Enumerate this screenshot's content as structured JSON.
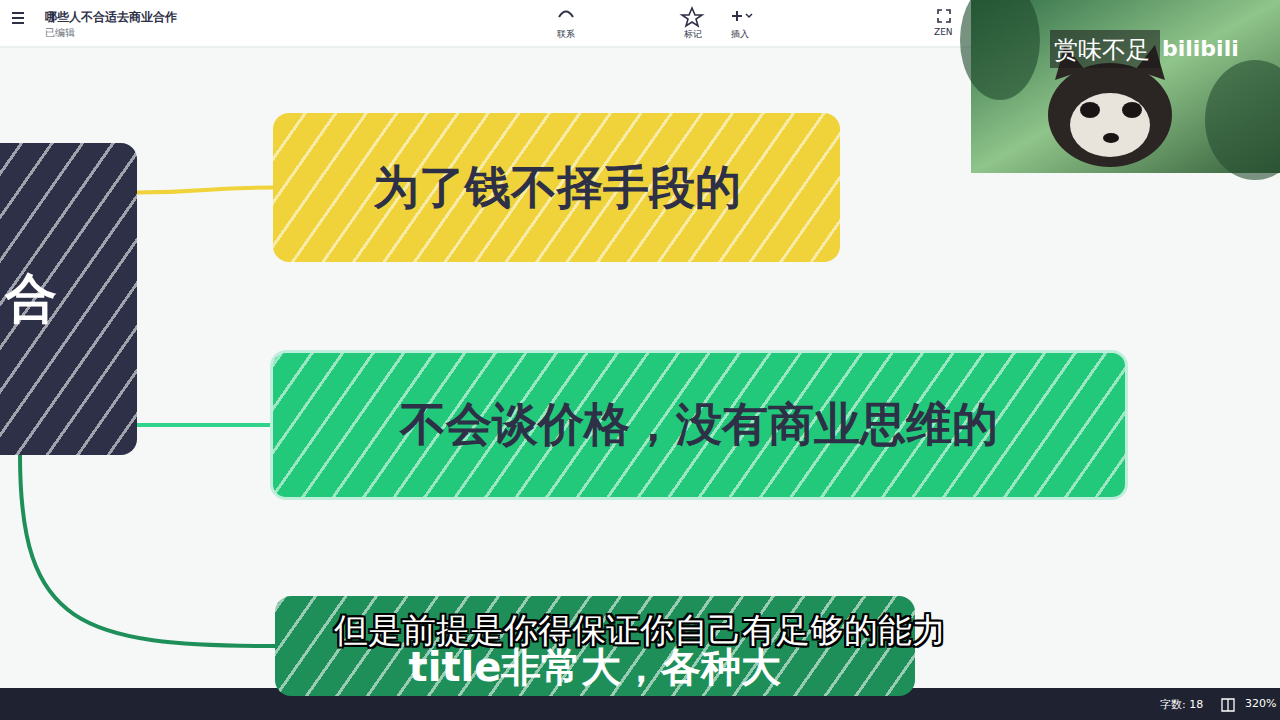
{
  "diagram": {
    "title": "哪些人不合适去商业合作",
    "nodes": [
      {
        "text": [
          "合"
        ]
      },
      {
        "text": [
          "为了钱不择手段的"
        ]
      },
      {
        "text": [
          "不会谈价格，没有商业思维的"
        ]
      },
      {
        "text": [
          "title非常大，各种大"
        ]
      }
    ],
    "edges": [
      {
        "from": 0,
        "to": 1,
        "arrow": "none"
      },
      {
        "from": 0,
        "to": 2,
        "arrow": "none"
      },
      {
        "from": 0,
        "to": 3,
        "arrow": "none"
      }
    ],
    "labels": [
      "已编辑",
      "联系",
      "标记",
      "插入",
      "ZEN",
      "赏味不足",
      "bilibili",
      "但是前提是你得保证你自己有足够的能力",
      "字数: 18",
      "320%"
    ]
  }
}
